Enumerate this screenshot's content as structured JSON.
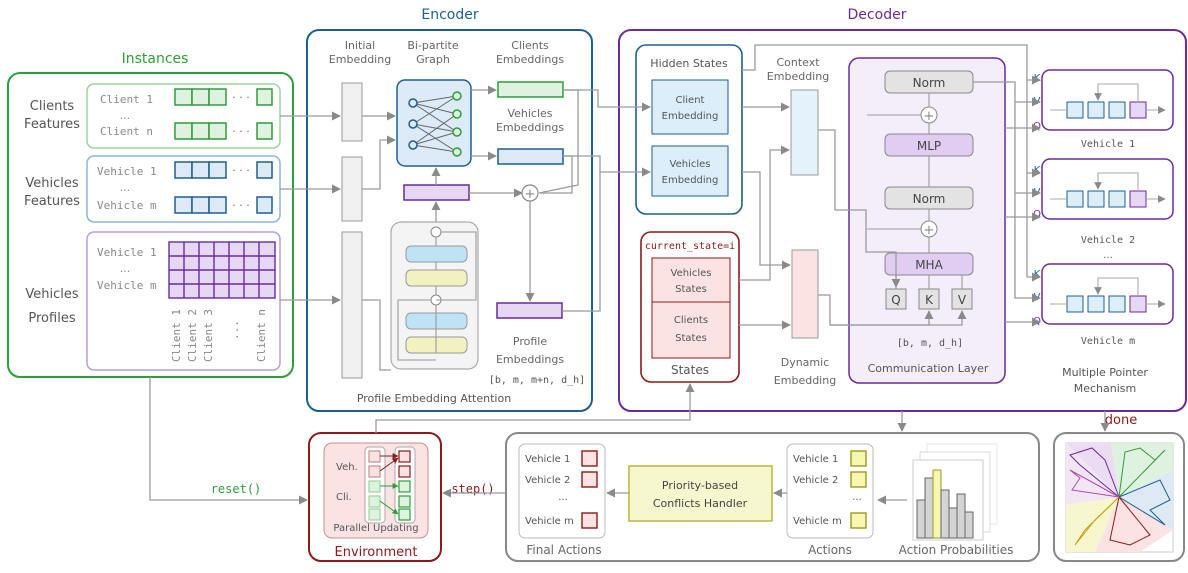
{
  "sections": {
    "instances": "Instances",
    "encoder": "Encoder",
    "decoder": "Decoder",
    "environment": "Environment",
    "done": "done"
  },
  "instances": {
    "clients_features": [
      "Clients",
      "Features"
    ],
    "client_1": "Client 1",
    "client_n": "Client n",
    "vehicles_features": [
      "Vehicles",
      "Features"
    ],
    "vehicle_1": "Vehicle 1",
    "vehicle_m": "Vehicle m",
    "vehicles_profiles": [
      "Vehicles",
      "Profiles"
    ],
    "profile_vehicle_1": "Vehicle 1",
    "profile_vehicle_m": "Vehicle m",
    "dots": "...",
    "ellipsis": "· · ·",
    "column_labels": [
      "Client 1",
      "Client 2",
      "Client 3",
      "...",
      "Client n"
    ]
  },
  "encoder": {
    "initial_embedding": [
      "Initial",
      "Embedding"
    ],
    "bipartite_graph": [
      "Bi-partite",
      "Graph"
    ],
    "clients_embeddings": [
      "Clients",
      "Embeddings"
    ],
    "vehicles_embeddings": [
      "Vehicles",
      "Embeddings"
    ],
    "profile_embeddings": [
      "Profile",
      "Embeddings"
    ],
    "profile_shape": "[b, m, m+n, d_h]",
    "profile_embedding_attention": "Profile Embedding Attention"
  },
  "decoder": {
    "hidden_states": "Hidden States",
    "client_embedding": [
      "Client",
      "Embedding"
    ],
    "vehicles_embedding": [
      "Vehicles",
      "Embedding"
    ],
    "context_embedding": [
      "Context",
      "Embedding"
    ],
    "current_state": "current_state=i",
    "vehicles_states": [
      "Vehicles",
      "States"
    ],
    "clients_states": [
      "Clients",
      "States"
    ],
    "states": "States",
    "dynamic_embedding": [
      "Dynamic",
      "Embedding"
    ],
    "norm_top": "Norm",
    "mlp": "MLP",
    "norm_mid": "Norm",
    "mha": "MHA",
    "q": "Q",
    "k": "K",
    "v": "V",
    "plus": "+",
    "shape": "[b, m, d_h]",
    "communication_layer": "Communication Layer",
    "multiple_pointer": [
      "Multiple Pointer",
      "Mechanism"
    ],
    "pointer_vehicles": [
      "Vehicle 1",
      "Vehicle 2",
      "Vehicle m"
    ],
    "pointer_dots": "...",
    "kvq": [
      "K",
      "V",
      "Q"
    ]
  },
  "bottom": {
    "reset": "reset()",
    "step": "step()",
    "veh": "Veh.",
    "cli": "Cli.",
    "parallel_updating": "Parallel Updating",
    "final_actions": "Final Actions",
    "final_vehicles": [
      "Vehicle 1",
      "Vehicle 2",
      "...",
      "Vehicle m"
    ],
    "priority": [
      "Priority-based",
      "Conflicts Handler"
    ],
    "actions": "Actions",
    "action_vehicles": [
      "Vehicle 1",
      "Vehicle 2",
      "...",
      "Vehicle m"
    ],
    "action_probabilities": "Action Probabilities"
  },
  "colors": {
    "green": "#2e9e3a",
    "blue": "#1f5f8f",
    "purple": "#6a2a9e",
    "red": "#8b1a1a",
    "gray": "#7d7d7d",
    "yellow": "#e6e64a"
  }
}
